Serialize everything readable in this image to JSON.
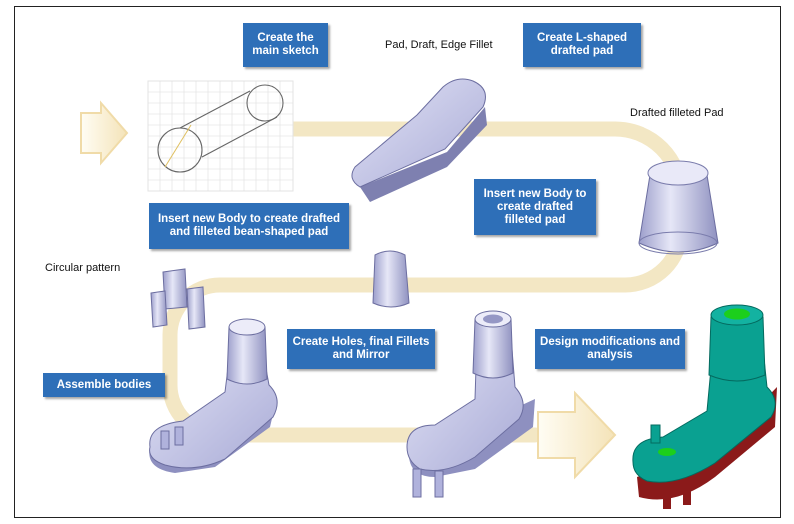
{
  "steps": {
    "create_sketch": "Create the main sketch",
    "create_l_pad": "Create L-shaped drafted pad",
    "insert_body_right": "Insert new Body to create drafted filleted pad",
    "insert_body_left": "Insert new Body to create drafted and filleted bean-shaped pad",
    "create_holes": "Create Holes, final Fillets and Mirror",
    "assemble": "Assemble bodies",
    "design_mods": "Design modifications and analysis"
  },
  "labels": {
    "pad_draft": "Pad, Draft, Edge Fillet",
    "drafted_filleted_pad": "Drafted filleted Pad",
    "circular_pattern": "Circular pattern"
  },
  "colors": {
    "box": "#2e6fb8",
    "path": "#f3e7c4",
    "part": "#c9cbe8",
    "final_part": "#0a9a8c",
    "final_base": "#8b1a1a"
  }
}
